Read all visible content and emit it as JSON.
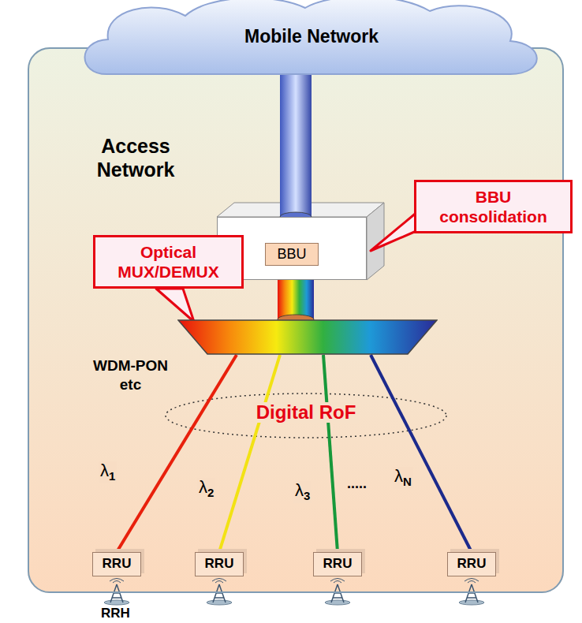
{
  "diagram": {
    "nodes": [
      {
        "text": [
          "Mobile Network"
        ]
      },
      {
        "text": [
          "Access Network"
        ]
      },
      {
        "text": [
          "BBU"
        ],
        "in": 1
      },
      {
        "text": [
          "BBU consolidation"
        ],
        "in": 1
      },
      {
        "text": [
          "Optical MUX/DEMUX"
        ],
        "in": 1
      },
      {
        "text": [
          "WDM-PON etc"
        ],
        "in": 1
      },
      {
        "text": [
          "RRU"
        ],
        "in": 1
      },
      {
        "text": [
          "RRU"
        ],
        "in": 1
      },
      {
        "text": [
          "RRU"
        ],
        "in": 1
      },
      {
        "text": [
          "RRU"
        ],
        "in": 1
      }
    ],
    "edges": [
      {
        "from": 0,
        "to": 2,
        "arrow": "none"
      },
      {
        "from": 2,
        "to": 5,
        "arrow": "none"
      },
      {
        "from": 5,
        "to": 6,
        "label": "λ1",
        "arrow": "none"
      },
      {
        "from": 5,
        "to": 7,
        "label": "λ2",
        "arrow": "none"
      },
      {
        "from": 5,
        "to": 8,
        "label": "λ3",
        "arrow": "none"
      },
      {
        "from": 5,
        "to": 9,
        "label": "λN",
        "arrow": "none"
      }
    ],
    "labels": [
      "Digital RoF",
      ".....",
      "RRH"
    ]
  }
}
